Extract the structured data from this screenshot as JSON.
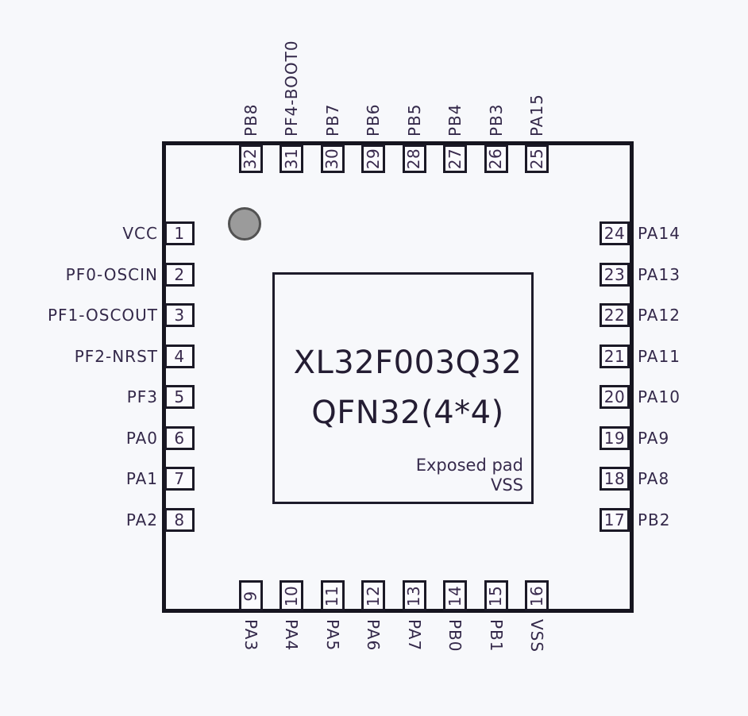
{
  "diagram": {
    "part_number": "XL32F003Q32",
    "package": "QFN32(4*4)",
    "exposed_pad": {
      "label": "Exposed pad",
      "net": "VSS"
    },
    "pin_count": 32
  },
  "colors": {
    "background": "#f7f8fb",
    "outline": "#16151f",
    "text": "#34294a",
    "pin1_dot_fill": "#9b9b9b",
    "pin1_dot_stroke": "#525252"
  },
  "pins": {
    "left": [
      {
        "number": "1",
        "label": "VCC"
      },
      {
        "number": "2",
        "label": "PF0-OSCIN"
      },
      {
        "number": "3",
        "label": "PF1-OSCOUT"
      },
      {
        "number": "4",
        "label": "PF2-NRST"
      },
      {
        "number": "5",
        "label": "PF3"
      },
      {
        "number": "6",
        "label": "PA0"
      },
      {
        "number": "7",
        "label": "PA1"
      },
      {
        "number": "8",
        "label": "PA2"
      }
    ],
    "right": [
      {
        "number": "24",
        "label": "PA14"
      },
      {
        "number": "23",
        "label": "PA13"
      },
      {
        "number": "22",
        "label": "PA12"
      },
      {
        "number": "21",
        "label": "PA11"
      },
      {
        "number": "20",
        "label": "PA10"
      },
      {
        "number": "19",
        "label": "PA9"
      },
      {
        "number": "18",
        "label": "PA8"
      },
      {
        "number": "17",
        "label": "PB2"
      }
    ],
    "top": [
      {
        "number": "32",
        "label": "PB8"
      },
      {
        "number": "31",
        "label": "PF4-BOOT0"
      },
      {
        "number": "30",
        "label": "PB7"
      },
      {
        "number": "29",
        "label": "PB6"
      },
      {
        "number": "28",
        "label": "PB5"
      },
      {
        "number": "27",
        "label": "PB4"
      },
      {
        "number": "26",
        "label": "PB3"
      },
      {
        "number": "25",
        "label": "PA15"
      }
    ],
    "bottom": [
      {
        "number": "9",
        "label": "PA3"
      },
      {
        "number": "10",
        "label": "PA4"
      },
      {
        "number": "11",
        "label": "PA5"
      },
      {
        "number": "12",
        "label": "PA6"
      },
      {
        "number": "13",
        "label": "PA7"
      },
      {
        "number": "14",
        "label": "PB0"
      },
      {
        "number": "15",
        "label": "PB1"
      },
      {
        "number": "16",
        "label": "VSS"
      }
    ]
  }
}
